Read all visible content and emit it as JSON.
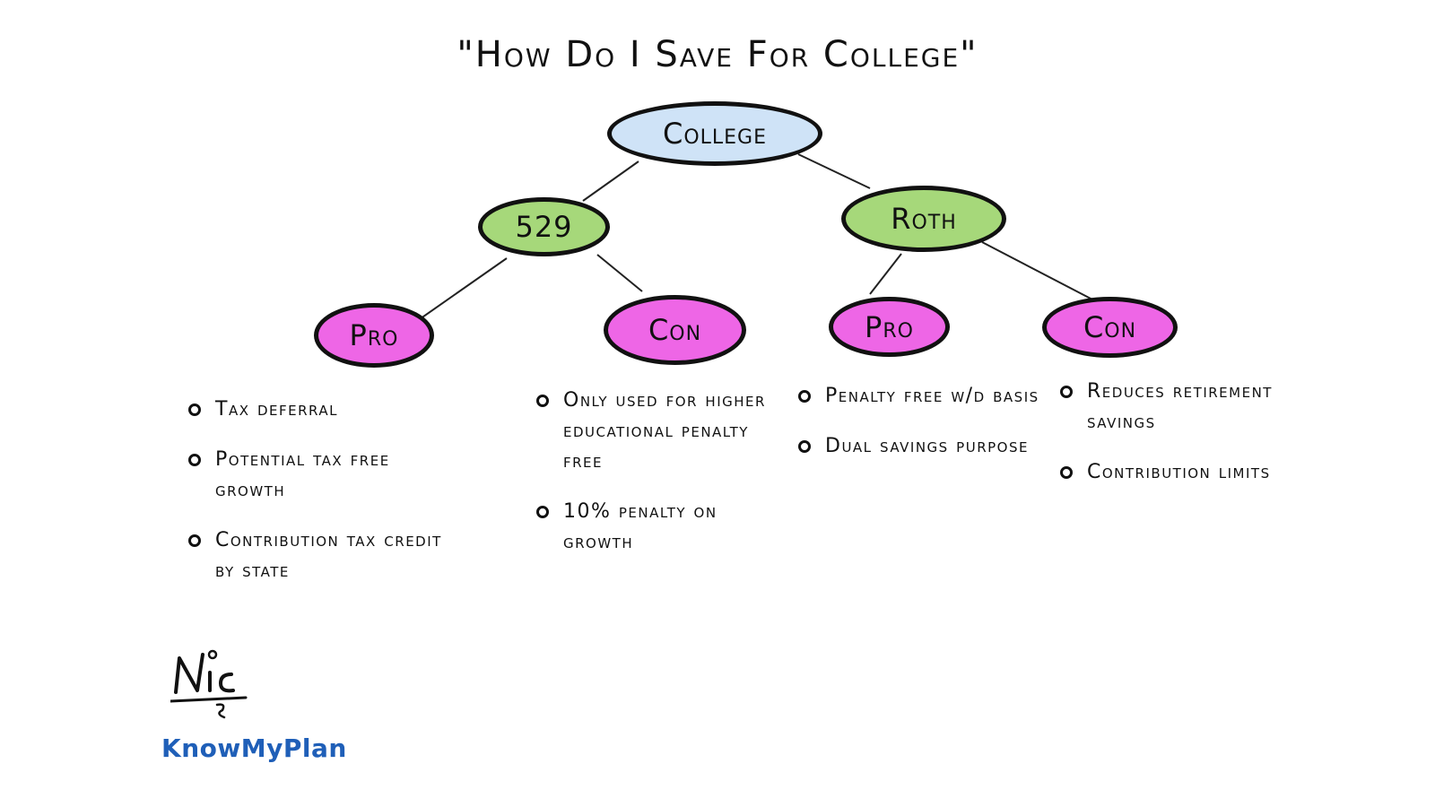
{
  "title": "\"How Do I Save For College\"",
  "nodes": {
    "college": "College",
    "plan529": "529",
    "roth": "Roth",
    "pro_529": "Pro",
    "con_529": "Con",
    "pro_roth": "Pro",
    "con_roth": "Con"
  },
  "lists": {
    "pro_529": [
      "Tax deferral",
      "Potential tax free growth",
      "Contribution tax credit by state"
    ],
    "con_529": [
      "Only used for higher educational penalty free",
      "10% penalty on growth"
    ],
    "pro_roth": [
      "Penalty free w/d basis",
      "Dual savings purpose"
    ],
    "con_roth": [
      "Reduces retirement savings",
      "Contribution limits"
    ]
  },
  "signature": "Nic",
  "brand": "KnowMyPlan",
  "colors": {
    "root": "#cfe3f7",
    "account": "#a6d87a",
    "procon": "#ee66e6",
    "brand": "#1f5fb8"
  }
}
